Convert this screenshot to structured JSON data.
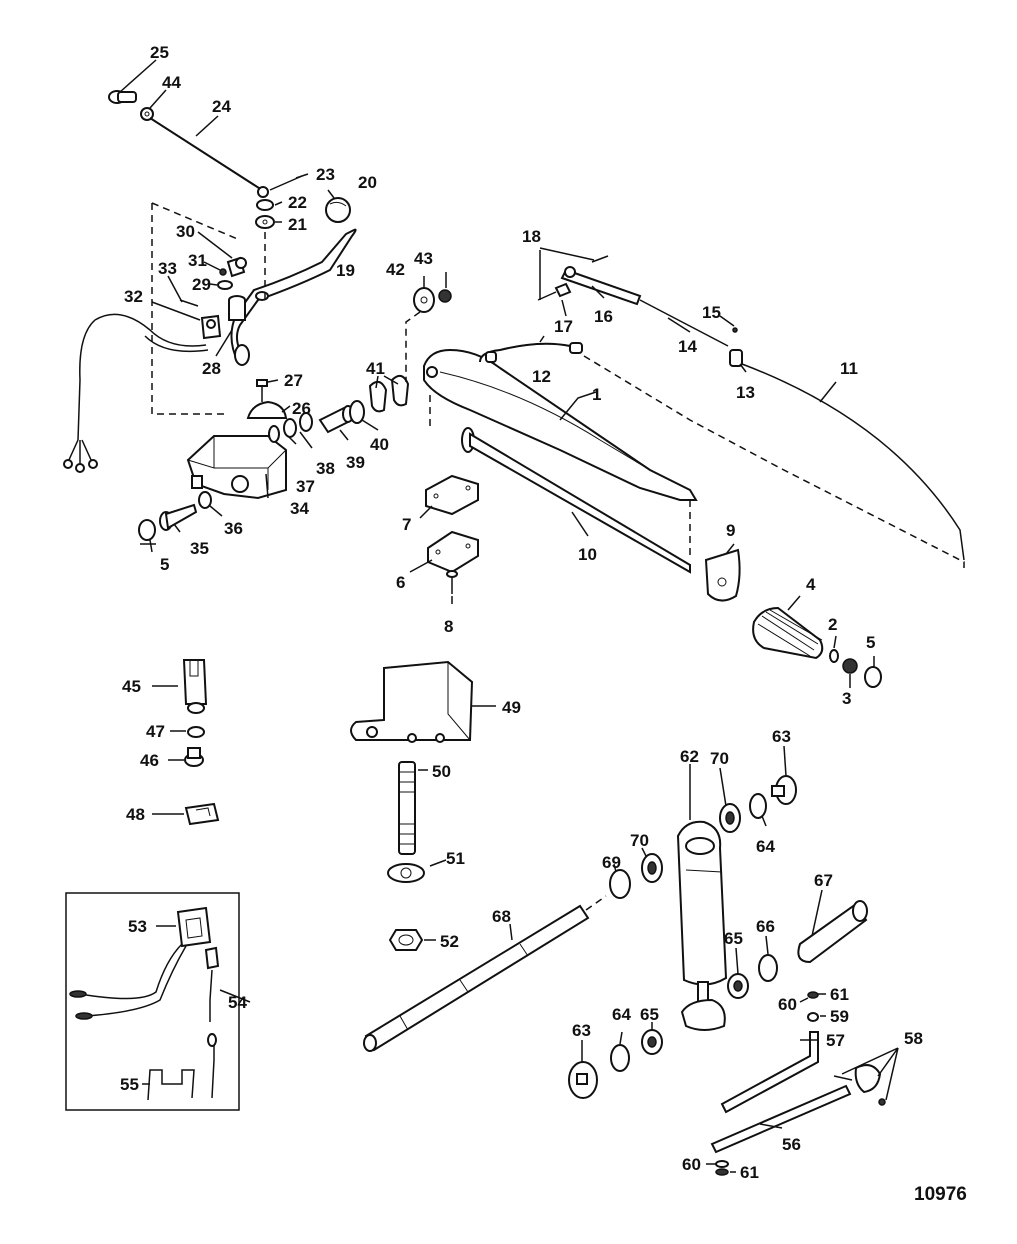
{
  "figure_number": "10976",
  "callouts": {
    "c1": "1",
    "c2": "2",
    "c3": "3",
    "c4": "4",
    "c5a": "5",
    "c5b": "5",
    "c6": "6",
    "c7": "7",
    "c8": "8",
    "c9": "9",
    "c10": "10",
    "c11": "11",
    "c12": "12",
    "c13": "13",
    "c14": "14",
    "c15": "15",
    "c16": "16",
    "c17": "17",
    "c18": "18",
    "c19": "19",
    "c20": "20",
    "c21": "21",
    "c22": "22",
    "c23": "23",
    "c24": "24",
    "c25": "25",
    "c26": "26",
    "c27": "27",
    "c28": "28",
    "c29": "29",
    "c30": "30",
    "c31": "31",
    "c32": "32",
    "c33": "33",
    "c34": "34",
    "c35": "35",
    "c36": "36",
    "c37": "37",
    "c38": "38",
    "c39": "39",
    "c40": "40",
    "c41": "41",
    "c42": "42",
    "c43": "43",
    "c44": "44",
    "c45": "45",
    "c46": "46",
    "c47": "47",
    "c48": "48",
    "c49": "49",
    "c50": "50",
    "c51": "51",
    "c52": "52",
    "c53": "53",
    "c54": "54",
    "c55": "55",
    "c56": "56",
    "c57": "57",
    "c58": "58",
    "c59": "59",
    "c60a": "60",
    "c60b": "60",
    "c61a": "61",
    "c61b": "61",
    "c62": "62",
    "c63a": "63",
    "c63b": "63",
    "c64a": "64",
    "c64b": "64",
    "c65a": "65",
    "c65b": "65",
    "c66": "66",
    "c67": "67",
    "c68": "68",
    "c69": "69",
    "c70a": "70",
    "c70b": "70"
  }
}
